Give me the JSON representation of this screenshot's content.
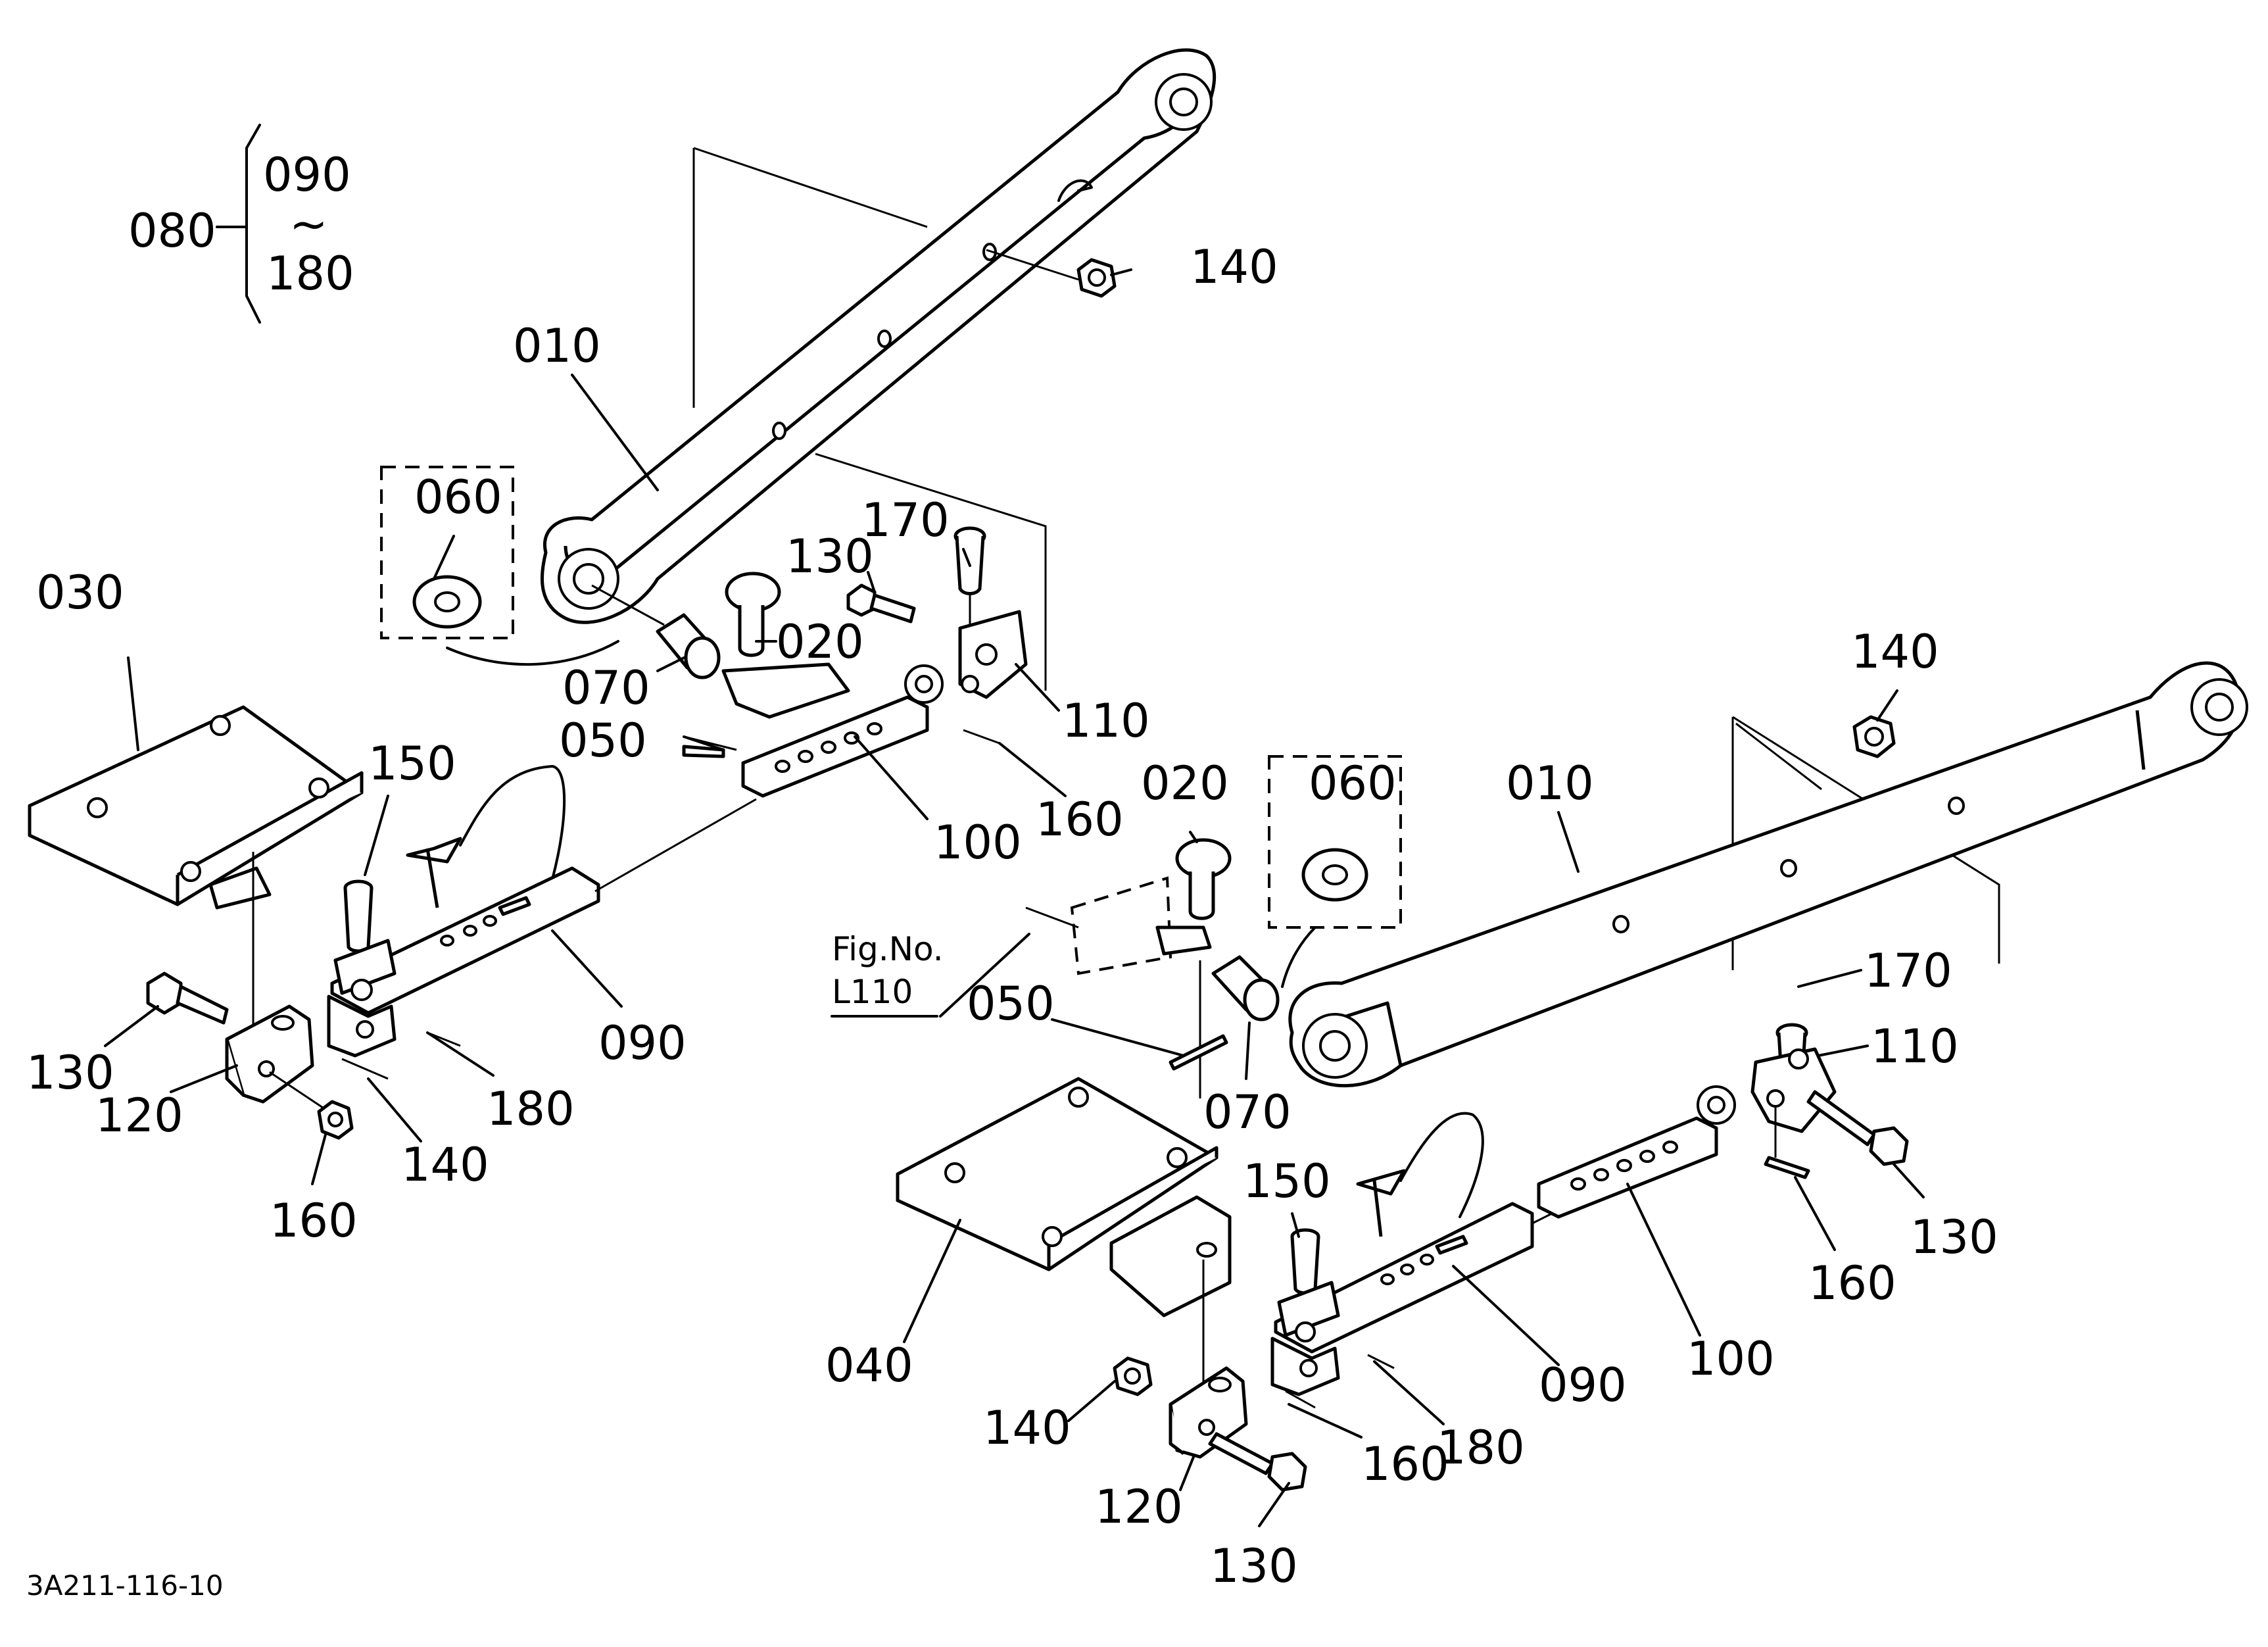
{
  "diagram": {
    "document_code": "3A211-116-10",
    "group_label": {
      "id": "080",
      "range_start": "090",
      "range_separator": "~",
      "range_end": "180"
    },
    "figure_reference": {
      "label": "Fig.No.",
      "number": "L110"
    },
    "left_assembly": {
      "callouts": [
        "010",
        "060",
        "030",
        "070",
        "050",
        "020",
        "130",
        "170",
        "110",
        "100",
        "160",
        "150",
        "090",
        "180",
        "130",
        "120",
        "140",
        "160",
        "140"
      ]
    },
    "right_assembly": {
      "callouts": [
        "140",
        "010",
        "060",
        "020",
        "050",
        "070",
        "170",
        "110",
        "130",
        "160",
        "100",
        "090",
        "180",
        "150",
        "040",
        "140",
        "120",
        "160",
        "130"
      ]
    }
  }
}
